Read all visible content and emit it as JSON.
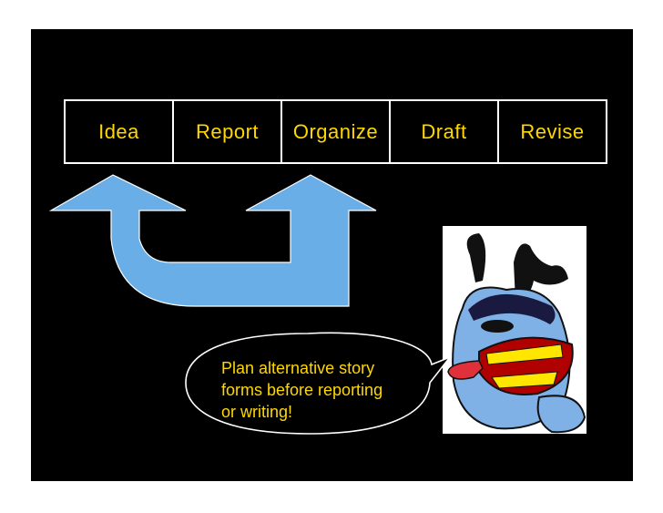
{
  "process": {
    "steps": [
      {
        "label": "Idea"
      },
      {
        "label": "Report"
      },
      {
        "label": "Organize"
      },
      {
        "label": "Draft"
      },
      {
        "label": "Revise"
      }
    ]
  },
  "callout": {
    "lines": [
      "Plan alternative story",
      "forms before reporting",
      "or writing!"
    ]
  },
  "colors": {
    "background": "#000000",
    "text": "#ffd700",
    "arrow": "#6aaee8",
    "character_skin": "#7fb0e6"
  },
  "icons": {
    "arrows": "u-turn-arrow-icon",
    "character": "blue-meanie-illustration"
  }
}
